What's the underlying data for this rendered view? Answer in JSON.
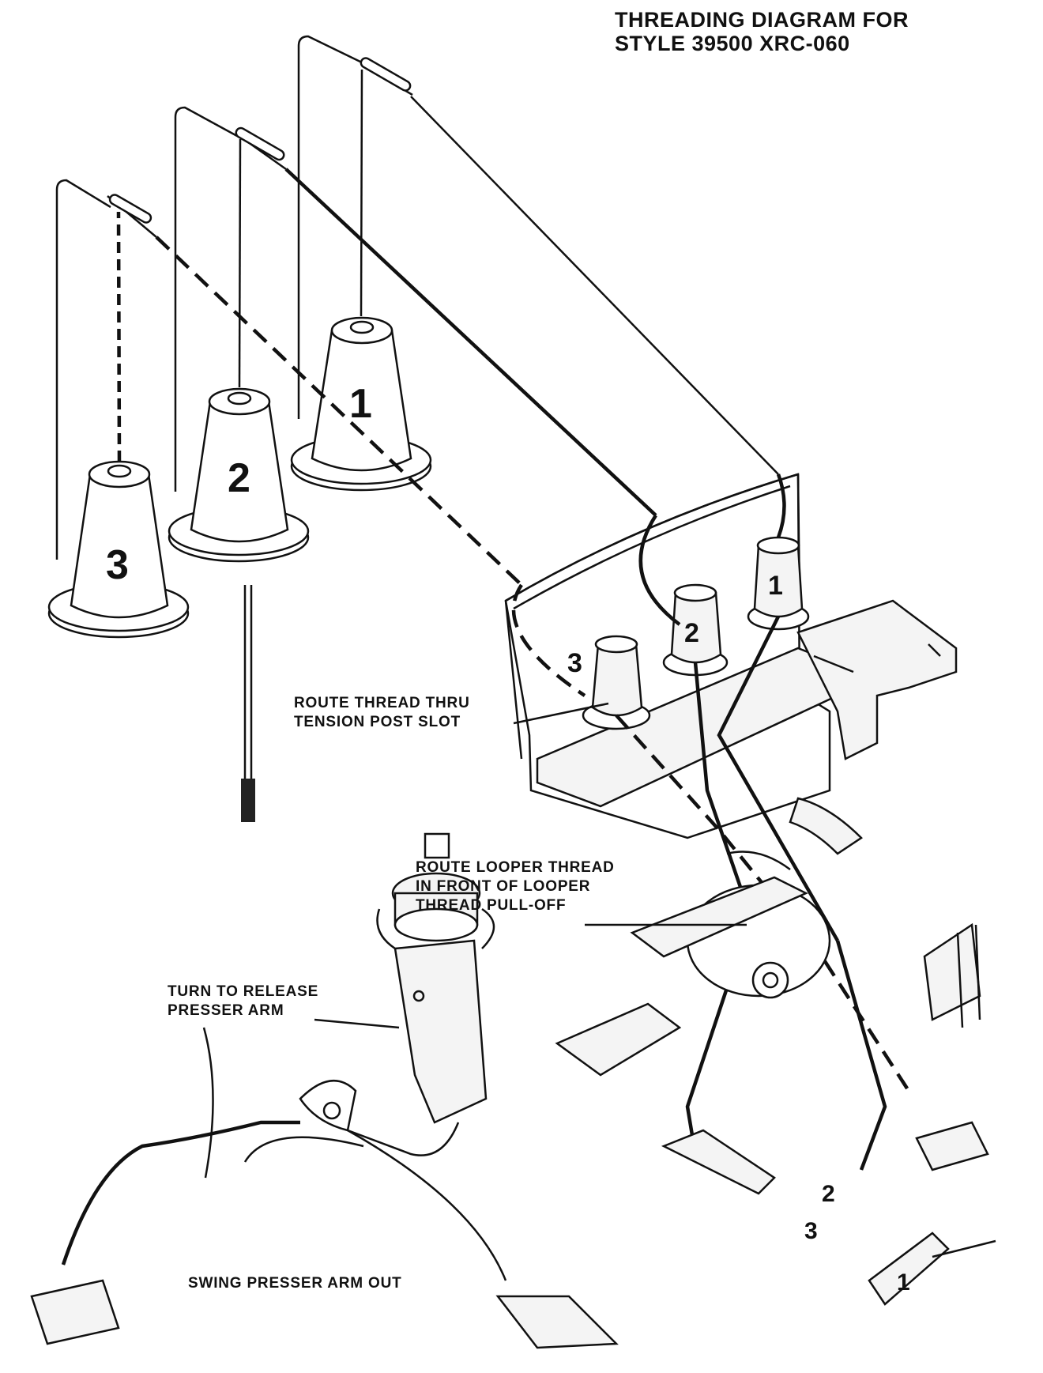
{
  "title": {
    "line1": "THREADING DIAGRAM FOR",
    "line2": "STYLE 39500 XRC-060"
  },
  "cones": [
    {
      "number": "1"
    },
    {
      "number": "2"
    },
    {
      "number": "3"
    }
  ],
  "tension_posts": [
    {
      "number": "1"
    },
    {
      "number": "2"
    },
    {
      "number": "3"
    }
  ],
  "callouts": {
    "tension_slot": {
      "line1": "ROUTE THREAD THRU",
      "line2": "TENSION POST SLOT"
    },
    "looper_thread": {
      "line1": "ROUTE LOOPER THREAD",
      "line2": "IN FRONT OF LOOPER",
      "line3": "THREAD PULL-OFF"
    },
    "release_arm": {
      "line1": "TURN TO RELEASE",
      "line2": "PRESSER ARM"
    },
    "swing_arm": {
      "line1": "SWING PRESSER ARM OUT"
    }
  },
  "looper_numbers": {
    "a": "2",
    "b": "3",
    "c": "1"
  },
  "icons": [
    "thread-cone-icon",
    "tension-post-icon",
    "presser-arm-icon",
    "looper-icon",
    "release-knob-icon"
  ]
}
